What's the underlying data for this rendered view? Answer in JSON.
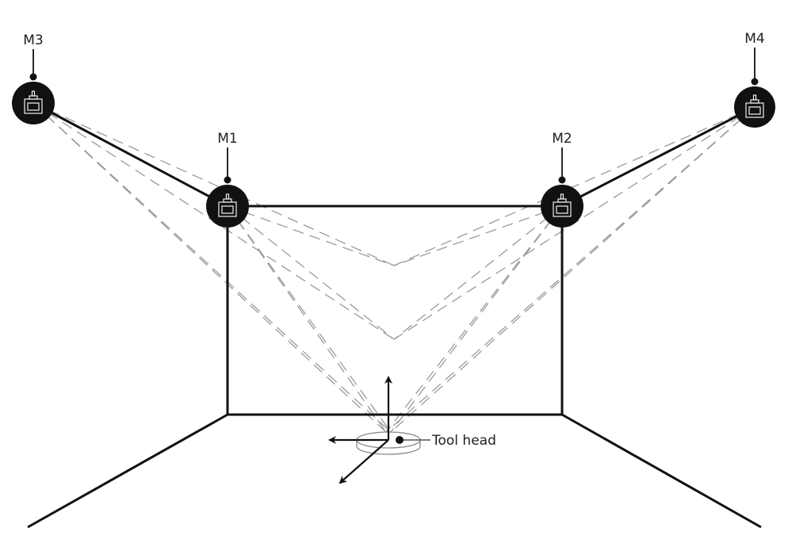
{
  "motors": [
    {
      "id": "m3",
      "label": "M3"
    },
    {
      "id": "m1",
      "label": "M1"
    },
    {
      "id": "m2",
      "label": "M2"
    },
    {
      "id": "m4",
      "label": "M4"
    }
  ],
  "tool_head": {
    "label": "Tool head"
  },
  "colors": {
    "line": "#111111",
    "dash": "#9a9a9a",
    "motor": "#111111"
  }
}
